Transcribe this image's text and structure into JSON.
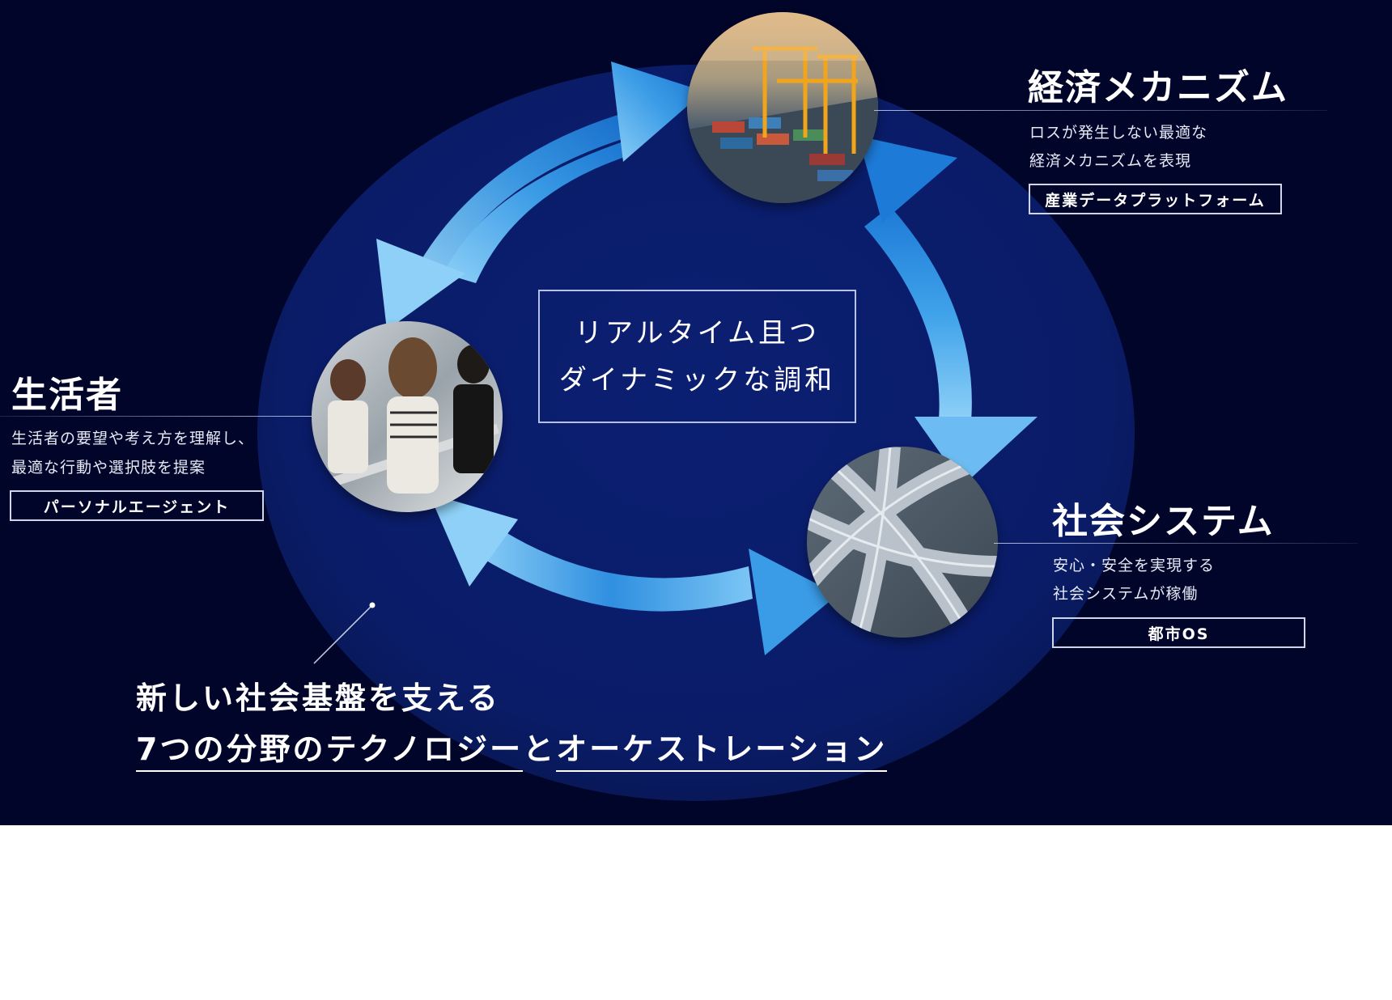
{
  "colors": {
    "background": "#02052a",
    "ellipse": "#0a1d6e",
    "arrow_light": "#6fc0f2",
    "arrow_dark": "#1a7fd6",
    "text": "#ffffff"
  },
  "center": {
    "line1": "リアルタイム且つ",
    "line2": "ダイナミックな調和"
  },
  "nodes": {
    "economy": {
      "title": "経済メカニズム",
      "desc_line1": "ロスが発生しない最適な",
      "desc_line2": "経済メカニズムを表現",
      "tag": "産業データプラットフォーム",
      "photo_icon": "container-port-photo"
    },
    "consumer": {
      "title": "生活者",
      "desc_line1": "生活者の要望や考え方を理解し、",
      "desc_line2": "最適な行動や選択肢を提案",
      "tag": "パーソナルエージェント",
      "photo_icon": "people-smartphones-photo"
    },
    "society": {
      "title": "社会システム",
      "desc_line1": "安心・安全を実現する",
      "desc_line2": "社会システムが稼働",
      "tag": "都市OS",
      "photo_icon": "highway-interchange-photo"
    }
  },
  "footer": {
    "line1": "新しい社会基盤を支える",
    "line2_part1": "7つの分野のテクノロジー",
    "line2_part2": "と",
    "line2_part3": "オーケストレーション"
  }
}
